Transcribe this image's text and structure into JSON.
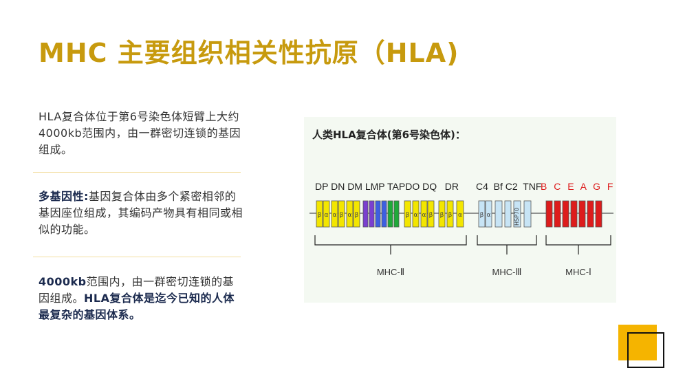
{
  "title": "MHC 主要组织相关性抗原（HLA)",
  "para1": "HLA复合体位于第6号染色体短臂上大约4000kb范围内，由一群密切连锁的基因组成。",
  "para2": {
    "label": "多基因性:",
    "text": "基因复合体由多个紧密相邻的基因座位组成，其编码产物具有相同或相似的功能。"
  },
  "para3": {
    "lead": "4000kb",
    "text": "范围内，由一群密切连锁的基因组成。",
    "bold": "HLA复合体是迄今已知的人体最复杂的基因体系。"
  },
  "figure": {
    "title": "人类HLA复合体(第6号染色体)：",
    "genes_class2": "DP DN DM LMP TAPDO DQ   DR",
    "genes_class3": "C4  Bf C2  TNF",
    "genes_class1": "B C E A G F",
    "hsp": "HSP70",
    "alpha": "α",
    "beta": "β",
    "mhc2": "MHC-Ⅱ",
    "mhc3": "MHC-Ⅲ",
    "mhc1": "MHC-Ⅰ",
    "colors": {
      "yellow": "#f3e600",
      "purple": "#7a3fd0",
      "blue": "#3d5fe0",
      "green": "#1faa3a",
      "lightblue": "#c7e4f5",
      "red": "#dd1c1c"
    }
  },
  "accent_color": "#f5b400",
  "title_color": "#c79a0e"
}
